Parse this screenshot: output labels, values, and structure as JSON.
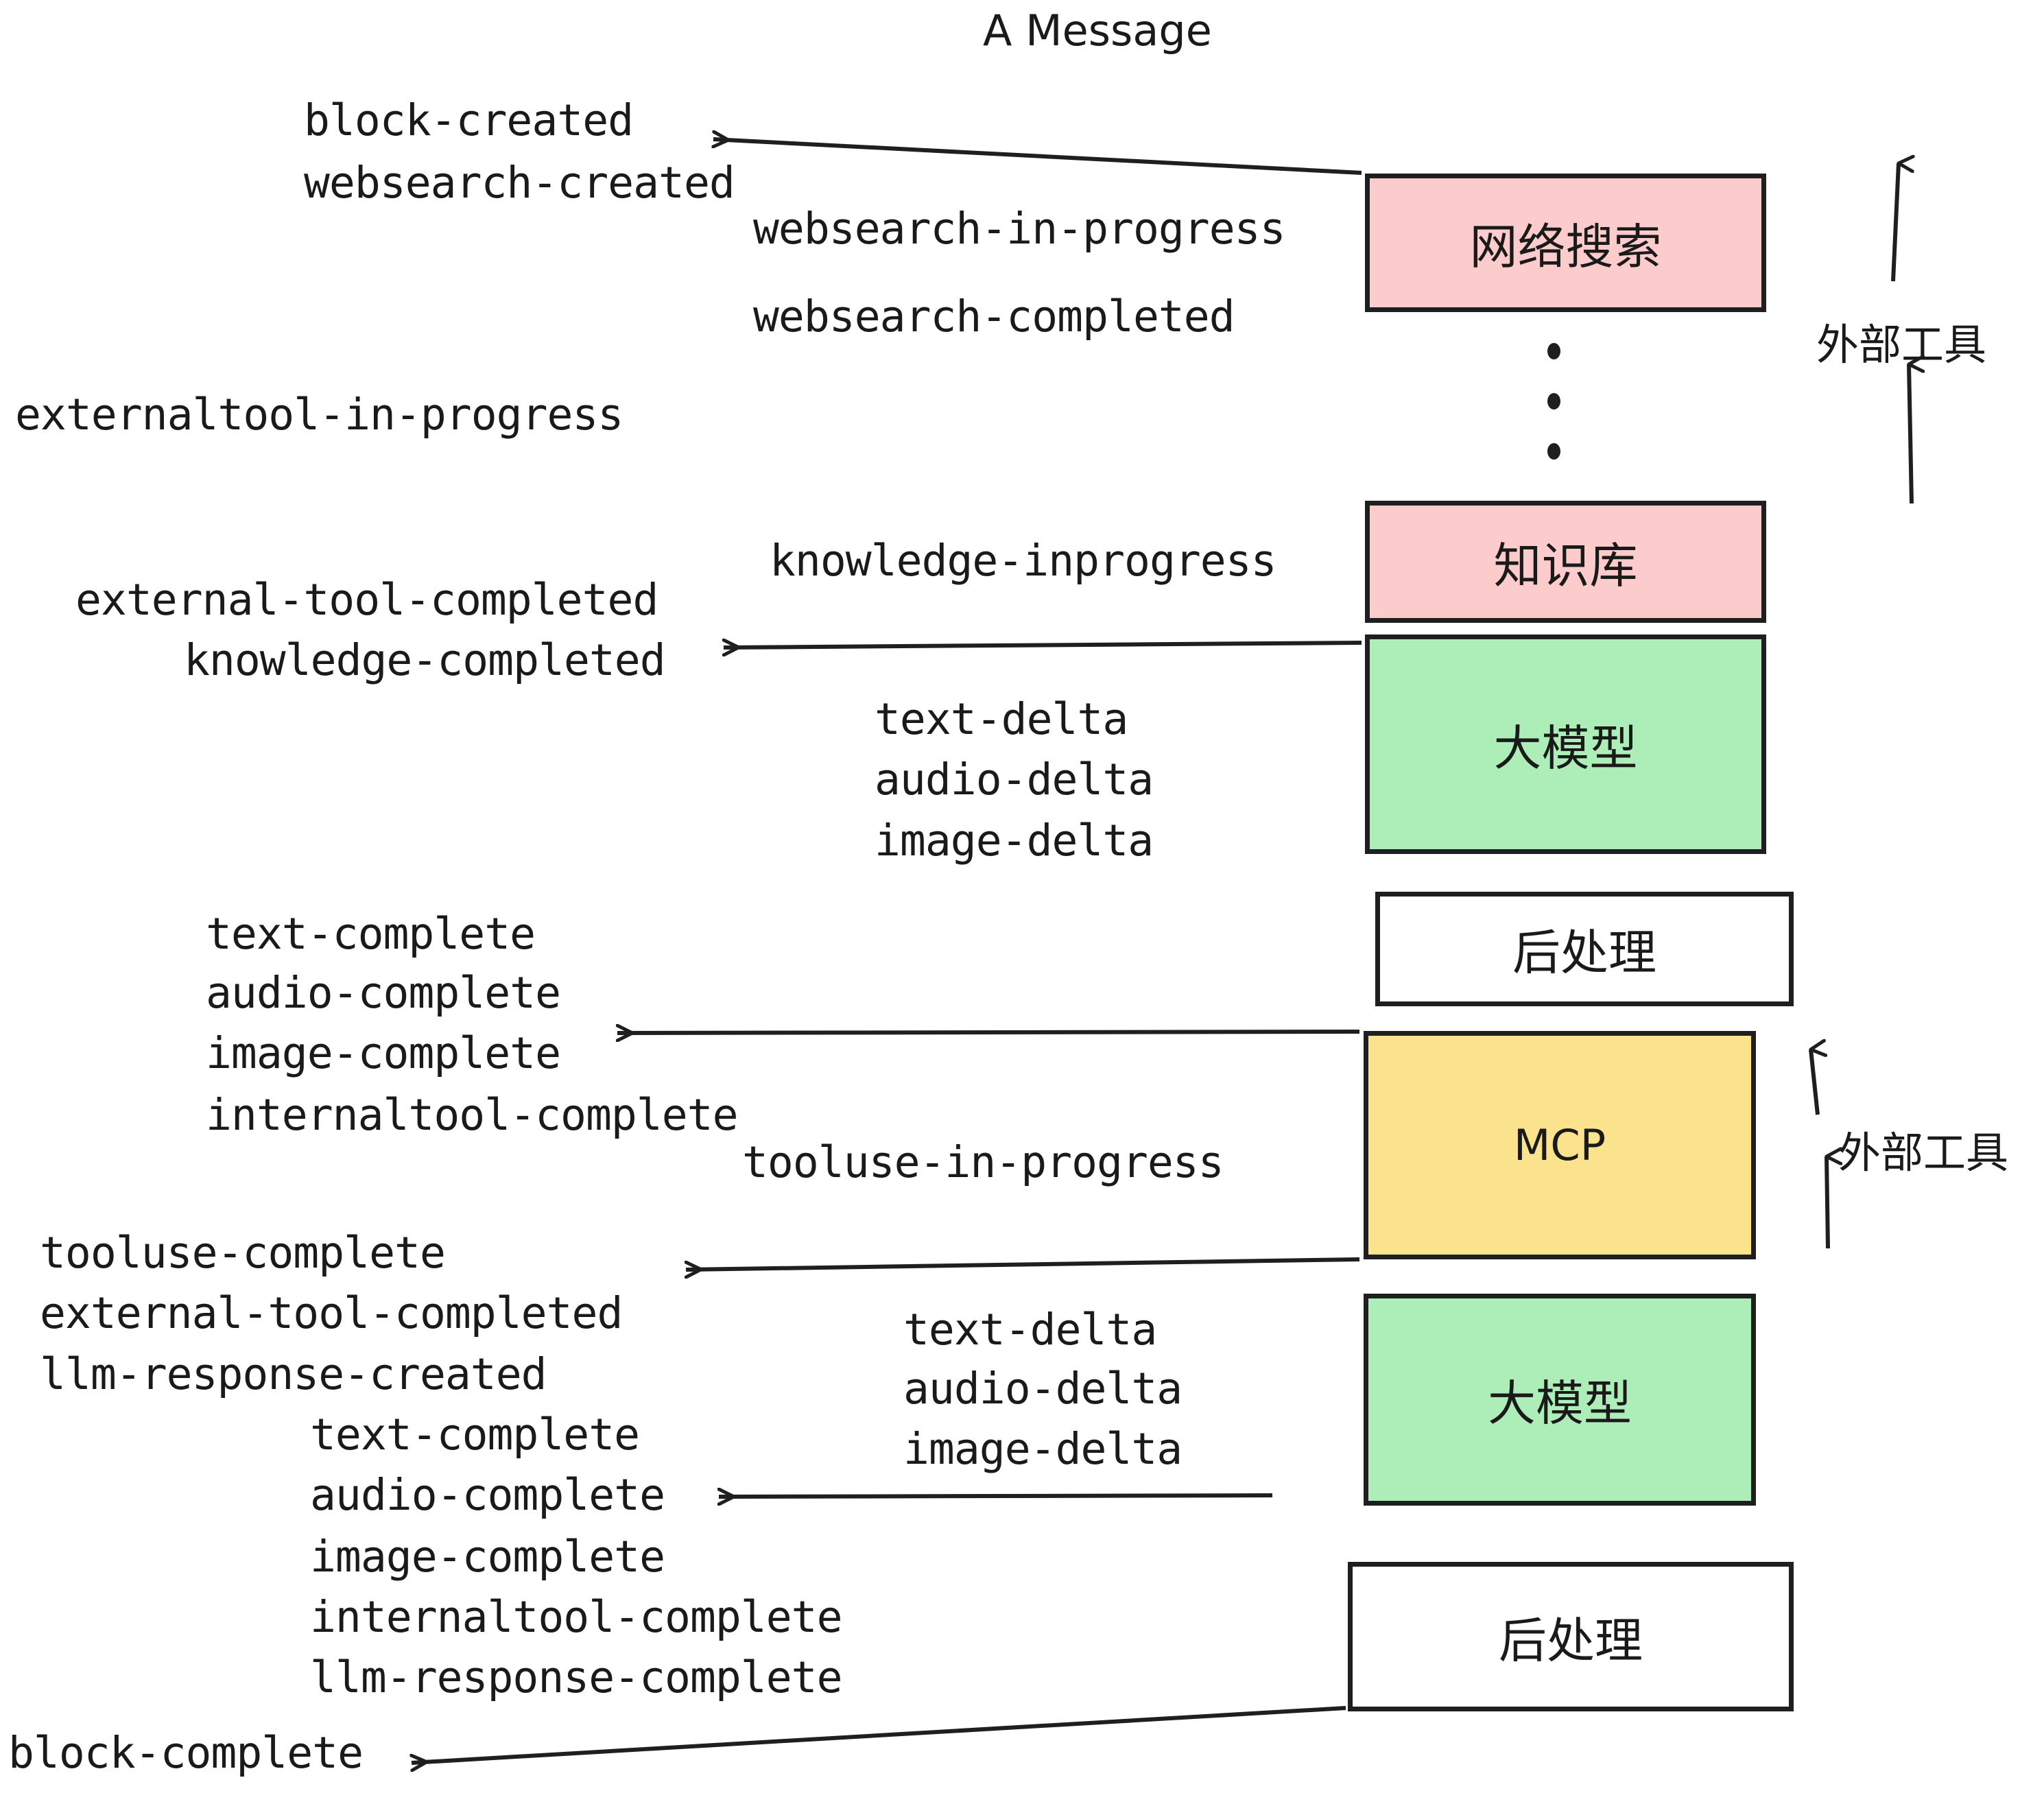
{
  "title": "A Message",
  "colors": {
    "pink": "#FCCBCB",
    "green": "#ADEDB8",
    "yellow": "#FBE38D",
    "white": "#FFFFFF",
    "stroke": "#1F1F1F",
    "text": "#1A1A1A"
  },
  "boxes": [
    {
      "label": "网络搜索",
      "fill": "pink"
    },
    {
      "label": "知识库",
      "fill": "pink"
    },
    {
      "label": "大模型",
      "fill": "green"
    },
    {
      "label": "后处理",
      "fill": "white"
    },
    {
      "label": "MCP",
      "fill": "yellow"
    },
    {
      "label": "大模型",
      "fill": "green"
    },
    {
      "label": "后处理",
      "fill": "white"
    }
  ],
  "side_labels": [
    {
      "label": "外部工具"
    },
    {
      "label": "外部工具"
    }
  ],
  "events": [
    {
      "text": "block-created"
    },
    {
      "text": "websearch-created"
    },
    {
      "text": "websearch-in-progress"
    },
    {
      "text": "websearch-completed"
    },
    {
      "text": "externaltool-in-progress"
    },
    {
      "text": "knowledge-inprogress"
    },
    {
      "text": "external-tool-completed"
    },
    {
      "text": "knowledge-completed"
    },
    {
      "text": "text-delta"
    },
    {
      "text": "audio-delta"
    },
    {
      "text": "image-delta"
    },
    {
      "text": "text-complete"
    },
    {
      "text": "audio-complete"
    },
    {
      "text": "image-complete"
    },
    {
      "text": "internaltool-complete"
    },
    {
      "text": "tooluse-in-progress"
    },
    {
      "text": "tooluse-complete"
    },
    {
      "text": "external-tool-completed"
    },
    {
      "text": "llm-response-created"
    },
    {
      "text": "text-complete"
    },
    {
      "text": "audio-complete"
    },
    {
      "text": "image-complete"
    },
    {
      "text": "internaltool-complete"
    },
    {
      "text": "llm-response-complete"
    },
    {
      "text": "block-complete"
    }
  ]
}
